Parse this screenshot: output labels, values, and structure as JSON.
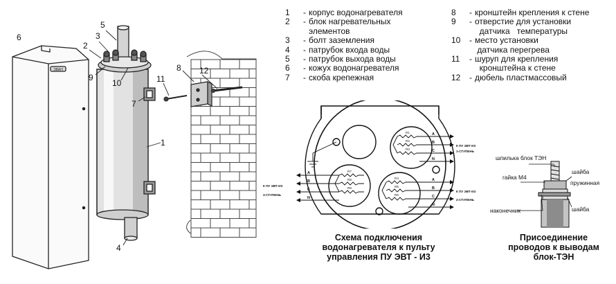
{
  "legend_left": [
    {
      "num": "1",
      "text": "корпус водонагревателя"
    },
    {
      "num": "2",
      "text": "блок нагревательных\nэлементов"
    },
    {
      "num": "3",
      "text": "болт заземления"
    },
    {
      "num": "4",
      "text": "патрубок входа воды"
    },
    {
      "num": "5",
      "text": "патрубок выхода воды"
    },
    {
      "num": "6",
      "text": "кожух водонагревателя"
    },
    {
      "num": "7",
      "text": "скоба крепежная"
    }
  ],
  "legend_right": [
    {
      "num": "8",
      "text": "кронштейн крепления к стене"
    },
    {
      "num": "9",
      "text": "отверстие для установки\n  датчика   температуры"
    },
    {
      "num": "10",
      "text": "место установки\n датчика перегрева"
    },
    {
      "num": "11",
      "text": "шуруп для крепления\n  кронштейна к стене"
    },
    {
      "num": "12",
      "text": "дюбель пластмассовый"
    }
  ],
  "callouts": [
    "1",
    "2",
    "3",
    "4",
    "5",
    "6",
    "7",
    "8",
    "9",
    "10",
    "11",
    "12"
  ],
  "heater_logo": "ЭВАН",
  "scheme": {
    "caption": "Схема подключения\nводонагревателя к пульту\nуправления ПУ ЭВТ - И3",
    "terminals_right_top": [
      "A",
      "B",
      "C",
      "N"
    ],
    "terminals_left": [
      "A",
      "B",
      "C",
      "N"
    ],
    "terminals_right_bottom": [
      "A",
      "B",
      "C",
      "N"
    ],
    "label_top_1": "К ПУ ЭВТ-И3",
    "label_top_2": "1-СТУПЕНЬ",
    "label_left_1": "К ПУ ЭВТ-И3",
    "label_left_2": "3-СТУПЕНЬ",
    "label_bot_1": "К ПУ ЭВТ-И3",
    "label_bot_2": "2-СТУПЕНЬ",
    "resistors_top": [
      "R1",
      "R2",
      "R3"
    ],
    "resistors_left": [
      "R7",
      "R8",
      "R9"
    ],
    "resistors_bottom": [
      "R4",
      "R5",
      "R6"
    ]
  },
  "detail": {
    "caption": "Присоединение\nпроводов к выводам\nблок-ТЭН",
    "labels": {
      "stud": "шпилька блок ТЭН",
      "nut": "гайка М4",
      "spring_washer_1": "шайба",
      "spring_washer_2": "пружинная",
      "lug": "наконечник",
      "washer": "шайба"
    }
  }
}
